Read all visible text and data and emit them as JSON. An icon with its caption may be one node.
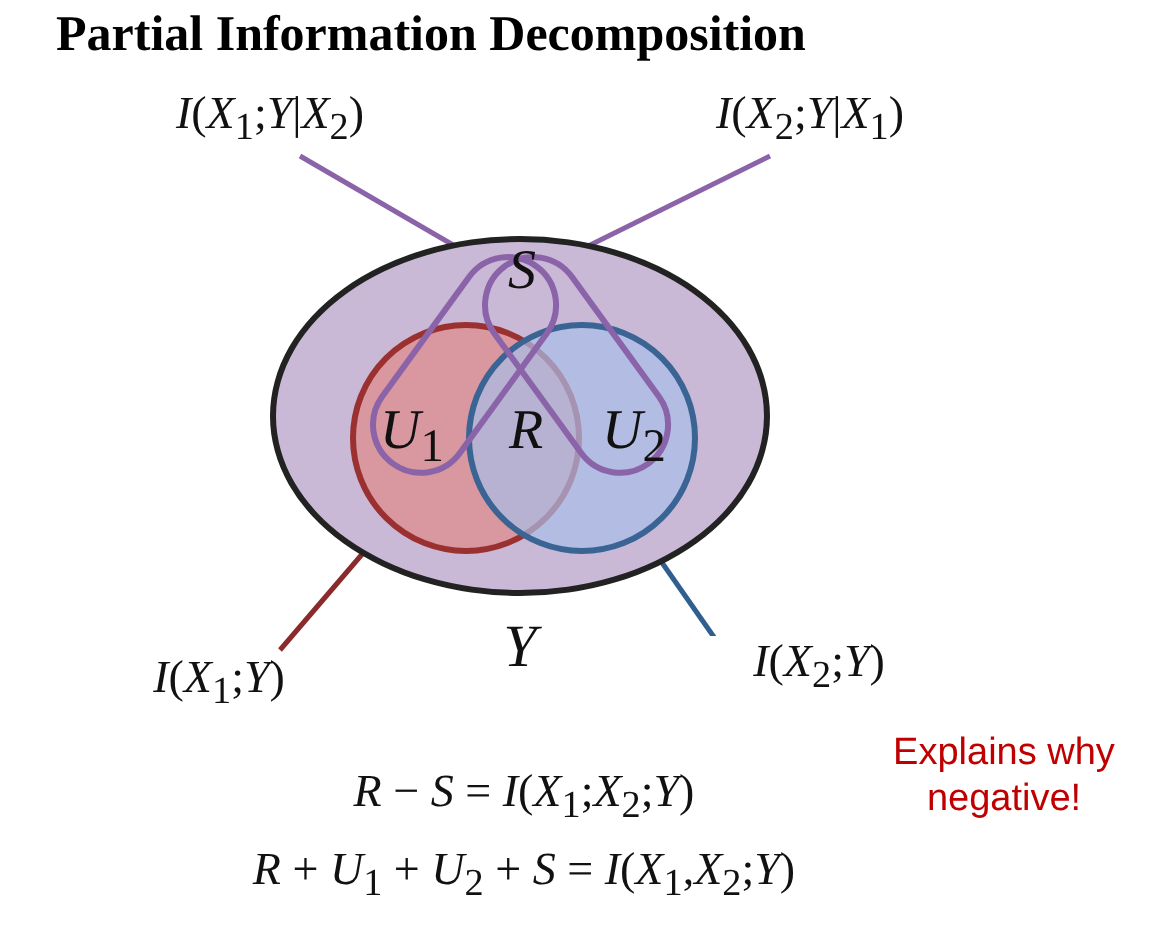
{
  "diagram": {
    "title": "Partial Information Decomposition",
    "nodes": [
      {
        "text": [
          "*Y*"
        ]
      },
      {
        "text": [],
        "shape": "circle",
        "in": 0
      },
      {
        "text": [],
        "shape": "circle",
        "in": 0
      },
      {
        "text": [],
        "shape": "loop",
        "in": 0
      },
      {
        "text": [],
        "shape": "loop",
        "in": 0
      },
      {
        "text": [
          "*I*(*X*$_{1}$;*Y*|*X*$_{2}$)"
        ]
      },
      {
        "text": [
          "*I*(*X*$_{2}$;*Y*|*X*$_{1}$)"
        ]
      },
      {
        "text": [
          "*I*(*X*$_{1}$;*Y*)"
        ]
      },
      {
        "text": [
          "*I*(*X*$_{2}$;*Y*)"
        ]
      }
    ],
    "edges": [
      {
        "from": 5,
        "to": 3,
        "arrow": "none",
        "color": "#8a63a8"
      },
      {
        "from": 6,
        "to": 4,
        "arrow": "none",
        "color": "#8a63a8"
      },
      {
        "from": 7,
        "to": 1,
        "arrow": "none",
        "color": "#8b2a2a"
      },
      {
        "from": 8,
        "to": 2,
        "arrow": "none",
        "color": "#2f5f8f"
      }
    ],
    "labels": [
      "*S*",
      "*U*$_{1}$",
      "*R*",
      "*U*$_{2}$",
      "*R* − *S* = *I*(*X*$_{1}$;*X*$_{2}$;*Y*)",
      "Explains why negative!",
      "*R* + *U*$_{1}$ + *U*$_{2}$ + *S* = *I*(*X*$_{1}$,*X*$_{2}$;*Y*)"
    ]
  }
}
